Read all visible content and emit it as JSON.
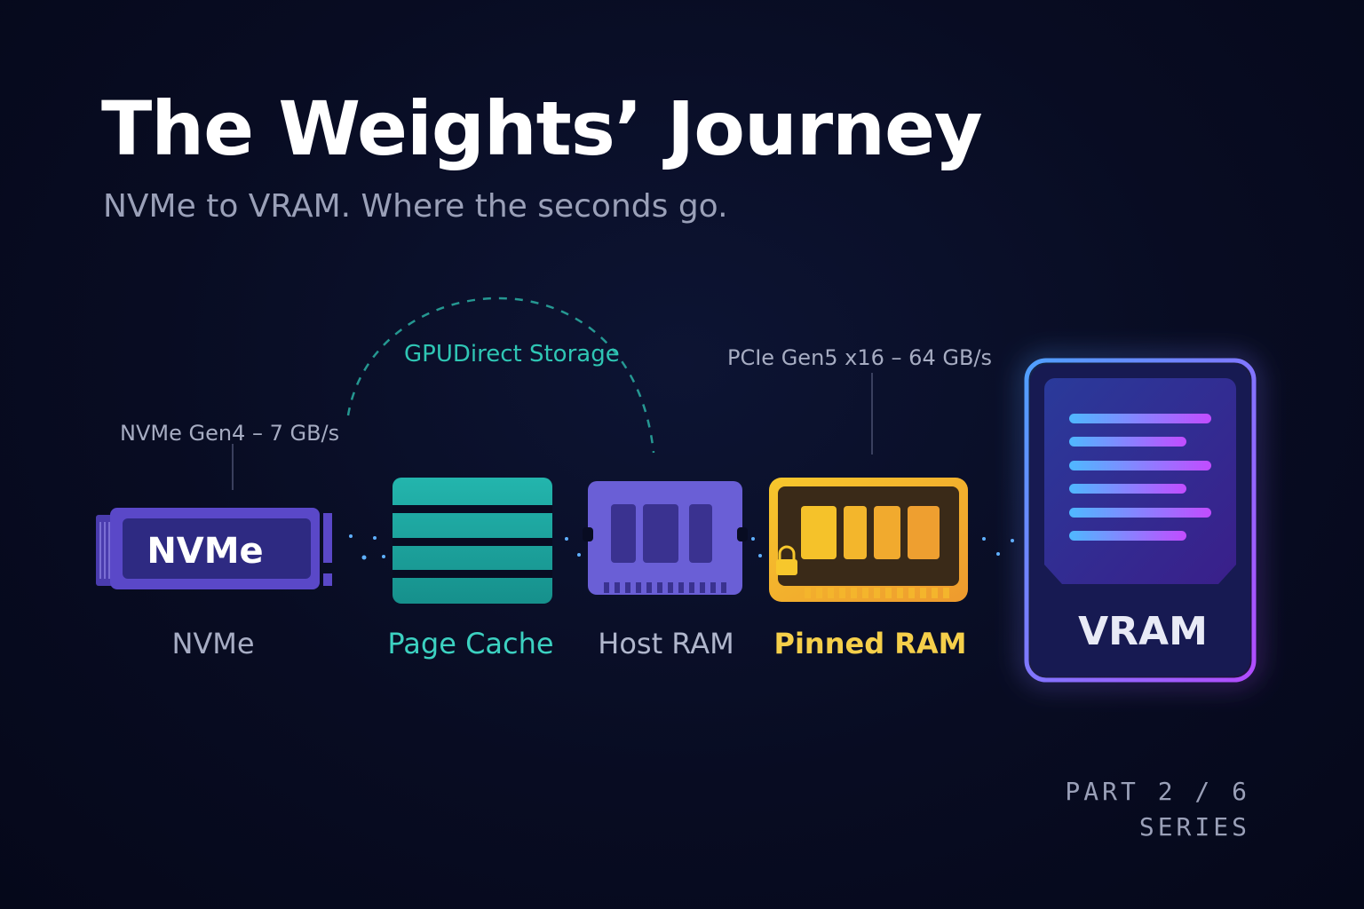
{
  "title": "The Weights’ Journey",
  "subtitle": "NVMe to VRAM. Where the seconds go.",
  "annotations": {
    "nvme_link": "NVMe Gen4 – 7 GB/s",
    "gpudirect": "GPUDirect Storage",
    "pcie_link": "PCIe Gen5 x16 – 64 GB/s"
  },
  "stages": {
    "nvme": {
      "chip_text": "NVMe",
      "label": "NVMe"
    },
    "page_cache": {
      "label": "Page Cache"
    },
    "host_ram": {
      "label": "Host RAM"
    },
    "pinned_ram": {
      "label": "Pinned RAM"
    },
    "vram": {
      "label": "VRAM"
    }
  },
  "series": {
    "part": "PART 2 / 6",
    "label": "SERIES"
  },
  "colors": {
    "background": "#080c22",
    "nvme": "#5a48c8",
    "page_cache": "#1fa8a0",
    "host_ram": "#6a5fd6",
    "pinned_ram": "#f0b32a",
    "vram_border": "#7a5cff",
    "flow_line": "#3a8cff",
    "gpudirect": "#2fc6b4"
  },
  "icons": {
    "nvme": "m2-ssd-icon",
    "page_cache": "stacked-layers-icon",
    "host_ram": "ram-module-icon",
    "pinned_ram": "locked-ram-module-icon",
    "vram": "gpu-memory-card-icon",
    "lock": "padlock-icon"
  }
}
